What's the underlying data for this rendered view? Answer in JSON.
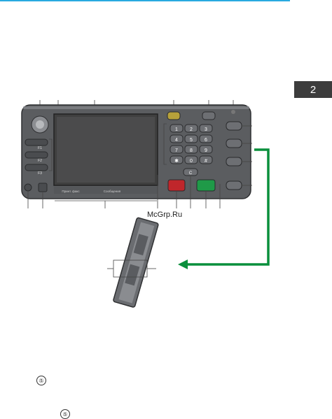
{
  "page": {
    "chapter_number": "2",
    "watermark": "McGrp.Ru"
  },
  "panel": {
    "function_keys": [
      "F1",
      "F2",
      "F3"
    ],
    "screen_footer": {
      "left": "Принт. факс",
      "center": "Сообщения",
      "right": ""
    },
    "keypad": [
      "1",
      "2",
      "3",
      "4",
      "5",
      "6",
      "7",
      "8",
      "9",
      "✱",
      "0",
      "#"
    ],
    "clear_key": "C"
  },
  "footnotes": [
    "⑤",
    "⑤"
  ],
  "colors": {
    "accent": "#29a9e0",
    "arrow": "#0a8f3c",
    "panel": "#5b5d60",
    "screen": "#3f3f3f",
    "stop": "#c0262b",
    "start": "#1f9a48"
  }
}
